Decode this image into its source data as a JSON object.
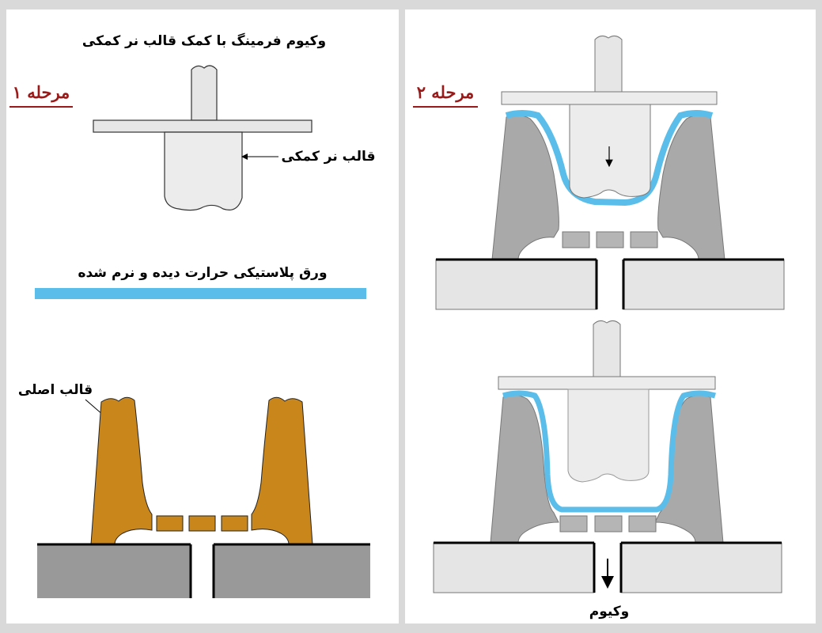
{
  "stage1": {
    "title": "مرحله ۱",
    "heading": "وکیوم فرمینگ با کمک قالب نر کمکی",
    "plug_label": "قالب نر کمکی",
    "sheet_label": "ورق پلاستیکی حرارت دیده و نرم شده",
    "mold_label": "قالب اصلی"
  },
  "stage2": {
    "title": "مرحله ۲",
    "vacuum_label": "وکیوم"
  },
  "colors": {
    "sheet": "#5bbde9",
    "mold_main": "#c8861b",
    "mold_gray": "#a9a9a9",
    "base": "#999999",
    "stage_title": "#9a1a1a"
  }
}
